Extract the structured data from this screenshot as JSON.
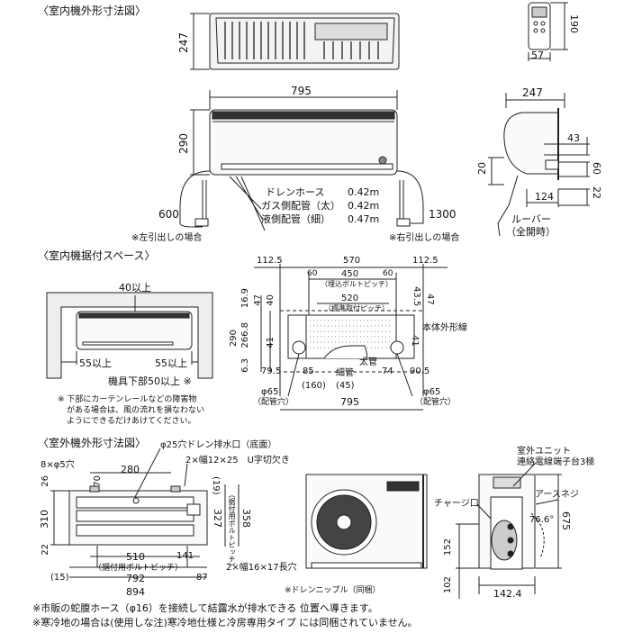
{
  "indoor_dims": {
    "section_title": "〈室内機外形寸法図〉",
    "top_height": "247",
    "width": "795",
    "height": "290",
    "left_pipe": "600",
    "right_pipe": "1300",
    "pipe_labels": [
      "ドレンホース",
      "ガス側配管（太）",
      "液側配管（細）"
    ],
    "pipe_values": [
      "0.42m",
      "0.42m",
      "0.47m"
    ],
    "left_note": "※左引出しの場合",
    "right_note": "※右引出しの場合",
    "remote_height": "190",
    "remote_width": "57",
    "side_depth": "247",
    "side_43": "43",
    "side_20": "20",
    "side_60": "60",
    "side_124": "124",
    "side_22": "22",
    "louver_label": "ルーバー",
    "louver_note": "（全開時）"
  },
  "install_space": {
    "section_title": "〈室内機据付スペース〉",
    "top_clear": "40以上",
    "left_clear": "55以上",
    "right_clear": "55以上",
    "bottom_clear": "機具下部50以上 ※",
    "note_lines": [
      "※ 下部にカーテンレールなどの障害物",
      "がある場合は、風の流れを損なわない",
      "ようにできるだけあけてください。"
    ]
  },
  "mount_plate": {
    "top_dims": [
      "112.5",
      "570",
      "112.5"
    ],
    "bolt_dims": [
      "60",
      "450",
      "60"
    ],
    "bolt_label": "（埋込ボルトピッチ）",
    "std_dim": "520",
    "std_label": "（標準取付ピッチ）",
    "left_v": [
      "16.9",
      "47",
      "40"
    ],
    "right_v": [
      "43.5",
      "47"
    ],
    "height_290": "290",
    "height_266": "266.8",
    "h41_left": "41",
    "h41_right": "41",
    "h6_3": "6.3",
    "outline_label": "本体外形線",
    "b_79": "79.5",
    "b_85": "85",
    "b_74": "74",
    "b_90": "90.5",
    "b_160": "(160)",
    "b_45": "(45)",
    "thick_pipe": "太管",
    "thin_pipe": "細管",
    "total": "795",
    "hole_left": "φ65",
    "hole_left_sub": "（配管穴）",
    "hole_right": "φ65",
    "hole_right_sub": "（配管穴）"
  },
  "outdoor_dims": {
    "section_title": "〈室外機外形寸法図〉",
    "drain_label": "φ25穴ドレン排水口（底面）",
    "holes": "8×φ5穴",
    "u_slot": "2×幅12×25　U字切欠き",
    "dim_280": "280",
    "dim_70": "70",
    "dim_26": "26",
    "dim_310": "310",
    "dim_22": "22",
    "dim_19": "(19)",
    "dim_327": "327",
    "dim_358": "358",
    "bolt_pitch_v": "（据付用ボルトピッチ）",
    "dim_510": "510",
    "dim_141": "141",
    "dim_bolt_h": "（据付用ボルトピッチ）",
    "dim_15": "(15)",
    "dim_792": "792",
    "dim_87": "87",
    "dim_894": "894",
    "long_hole": "2×幅16×17長穴",
    "drain_nipple": "※ドレンニップル（同梱）",
    "terminal_label": [
      "室外ユニット",
      "連絡電線端子台3極"
    ],
    "charge_port": "チャージ口",
    "earth_screw": "アースネジ",
    "angle": "76.6°",
    "dim_675": "675",
    "dim_152": "152",
    "dim_102": "102",
    "dim_142": "142.4"
  },
  "footnotes": [
    "※市販の蛇腹ホース（φ16）を接続して結露水が排水できる 位置へ導きます。",
    "※寒冷地の場合は(使用しな注)寒冷地仕様と冷房専用タイプ には同梱されていません。"
  ]
}
